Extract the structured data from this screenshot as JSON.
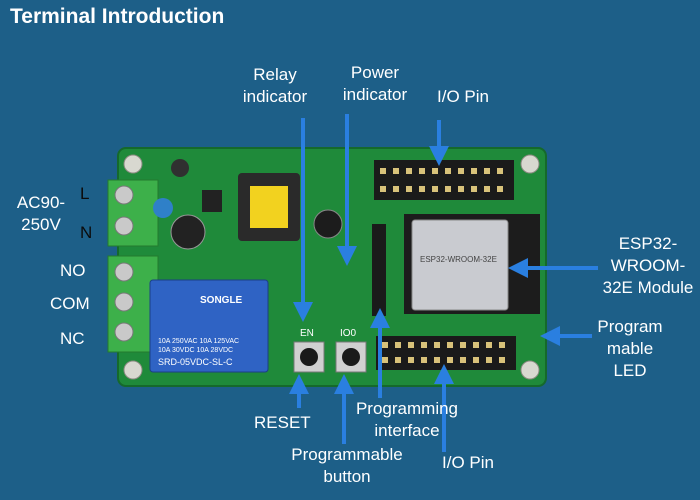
{
  "title": "Terminal Introduction",
  "labels": {
    "relay_indicator": [
      "Relay",
      "indicator"
    ],
    "power_indicator": [
      "Power",
      "indicator"
    ],
    "io_pin_top": "I/O Pin",
    "ac_input": [
      "AC90-",
      "250V"
    ],
    "terminal_l": "L",
    "terminal_n": "N",
    "terminal_no": "NO",
    "terminal_com": "COM",
    "terminal_nc": "NC",
    "esp_module": [
      "ESP32-",
      "WROOM-",
      "32E Module"
    ],
    "programmable_led": [
      "Program",
      "mable",
      "LED"
    ],
    "reset": "RESET",
    "programming_interface": [
      "Programming",
      "interface"
    ],
    "programmable_button": [
      "Programmable",
      "button"
    ],
    "io_pin_bottom": "I/O Pin"
  },
  "board_text": {
    "relay_brand": "SONGLE",
    "relay_specs": [
      "10A 250VAC  10A 125VAC",
      "10A  30VDC  10A  28VDC"
    ],
    "relay_model": "SRD-05VDC-SL-C",
    "en_label": "EN",
    "io0_label": "IO0",
    "esp_chip": "ESP32-WROOM-32E"
  },
  "colors": {
    "background": "#1d5f88",
    "pcb": "#1f8a3a",
    "arrow": "#2a7fe0",
    "relay": "#2f63c4",
    "terminal": "#3db04a"
  }
}
